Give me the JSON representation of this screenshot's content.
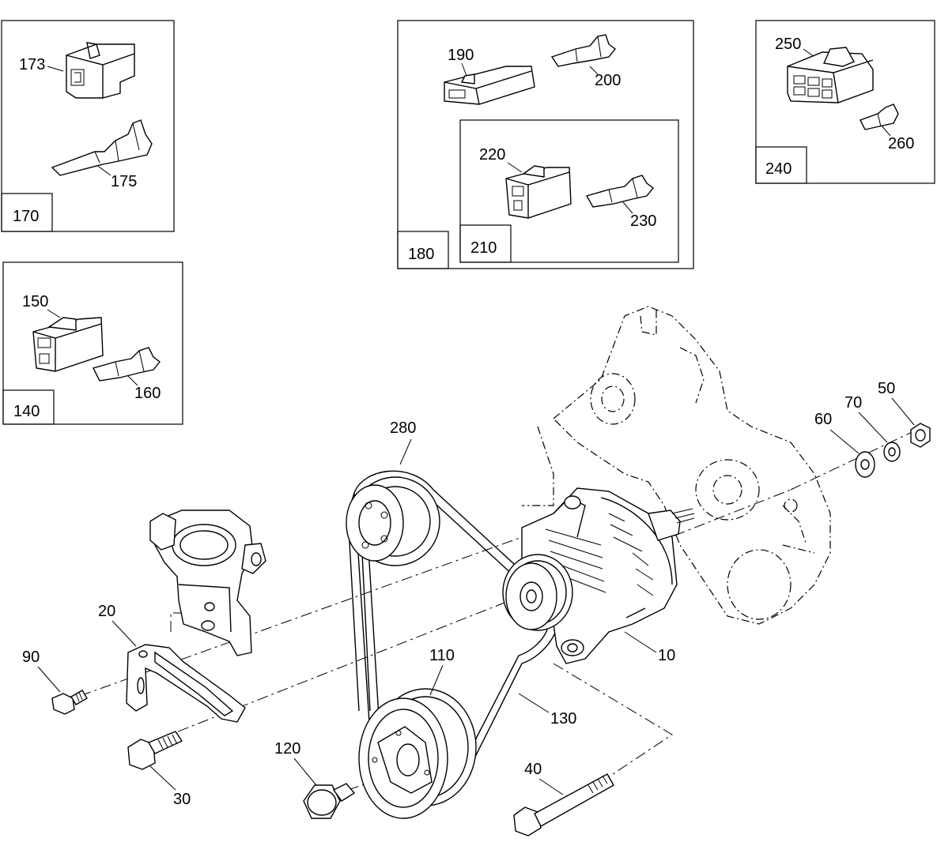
{
  "callouts": {
    "c173": "173",
    "c175": "175",
    "c170": "170",
    "c190": "190",
    "c200": "200",
    "c220": "220",
    "c230": "230",
    "c210": "210",
    "c180": "180",
    "c250": "250",
    "c260": "260",
    "c240": "240",
    "c150": "150",
    "c160": "160",
    "c140": "140",
    "c280": "280",
    "c50": "50",
    "c70": "70",
    "c60": "60",
    "c20": "20",
    "c90": "90",
    "c110": "110",
    "c10": "10",
    "c130": "130",
    "c120": "120",
    "c40": "40",
    "c30": "30"
  }
}
